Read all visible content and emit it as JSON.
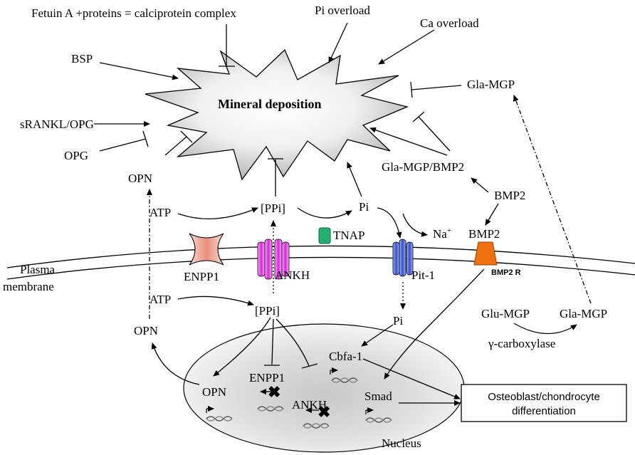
{
  "labels": {
    "fetuin": "Fetuin A +proteins = calciprotein complex",
    "pi_overload": "Pi overload",
    "ca_overload": "Ca overload",
    "bsp": "BSP",
    "gla_mgp_top": "Gla-MGP",
    "mineral": "Mineral deposition",
    "srankl": "sRANKL/OPG",
    "opg": "OPG",
    "opn_top": "OPN",
    "gla_mgp_bmp2": "Gla-MGP/BMP2",
    "bmp2_upper": "BMP2",
    "atp_top": "ATP",
    "ppi_top": "[PPi]",
    "pi_top": "Pi",
    "na": "Na",
    "na_sup": "+",
    "tnap": "TNAP",
    "bmp2_lower": "BMP2",
    "plasma": "Plasma",
    "membrane": "membrane",
    "enpp1": "ENPP1",
    "ankh": "ANKH",
    "pit1": "Pit-1",
    "bmp2r": "BMP2 R",
    "atp_bottom": "ATP",
    "ppi_bottom": "[PPi]",
    "pi_bottom": "Pi",
    "glu_mgp": "Glu-MGP",
    "gla_mgp_bottom": "Gla-MGP",
    "gamma": "γ-carboxylase",
    "opn_mid": "OPN",
    "cbfa": "Cbfa-1",
    "opn_nuc": "OPN",
    "enpp1_nuc": "ENPP1",
    "ankh_nuc": "ANKH",
    "smad": "Smad",
    "nucleus": "Nucleus",
    "osteo_line1": "Osteoblast/chondrocyte",
    "osteo_line2": "differentiation"
  },
  "colors": {
    "enpp1": "#e8907a",
    "ankh": "#e020e0",
    "tnap": "#20b070",
    "pit1": "#3050d0",
    "bmp2r": "#f07010"
  }
}
